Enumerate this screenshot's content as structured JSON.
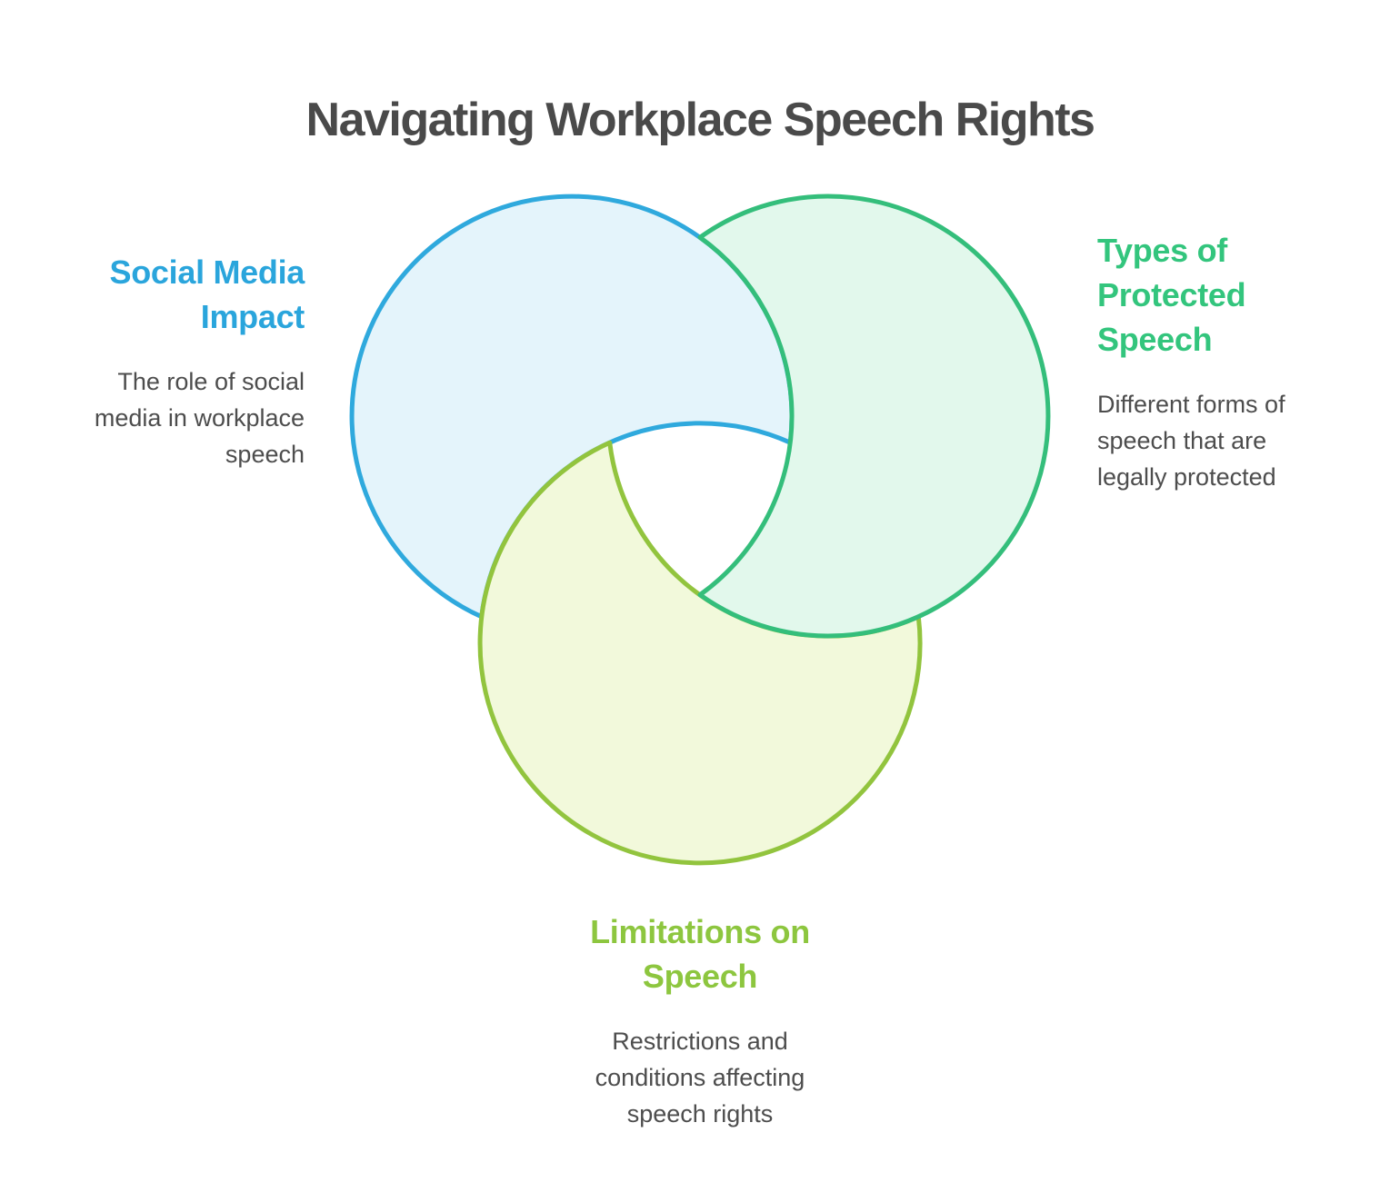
{
  "title": "Navigating Workplace Speech Rights",
  "colors": {
    "background": "#FFFFFF",
    "title_text": "#4A4A4A",
    "body_text": "#4D4D4D"
  },
  "circles": {
    "social": {
      "heading": "Social Media\nImpact",
      "description": "The role of social\nmedia in workplace\nspeech",
      "heading_color": "#2AA5DC",
      "stroke": "#2FA9DD",
      "fill": "#E4F4FB"
    },
    "protected": {
      "heading": "Types of\nProtected\nSpeech",
      "description": "Different forms of\nspeech that are\nlegally protected",
      "heading_color": "#33C57D",
      "stroke": "#34BE7B",
      "fill": "#E2F8EC"
    },
    "limitations": {
      "heading": "Limitations on\nSpeech",
      "description": "Restrictions and\nconditions affecting\nspeech rights",
      "heading_color": "#8DC63F",
      "stroke": "#92C43E",
      "fill": "#F2F9DB"
    }
  }
}
